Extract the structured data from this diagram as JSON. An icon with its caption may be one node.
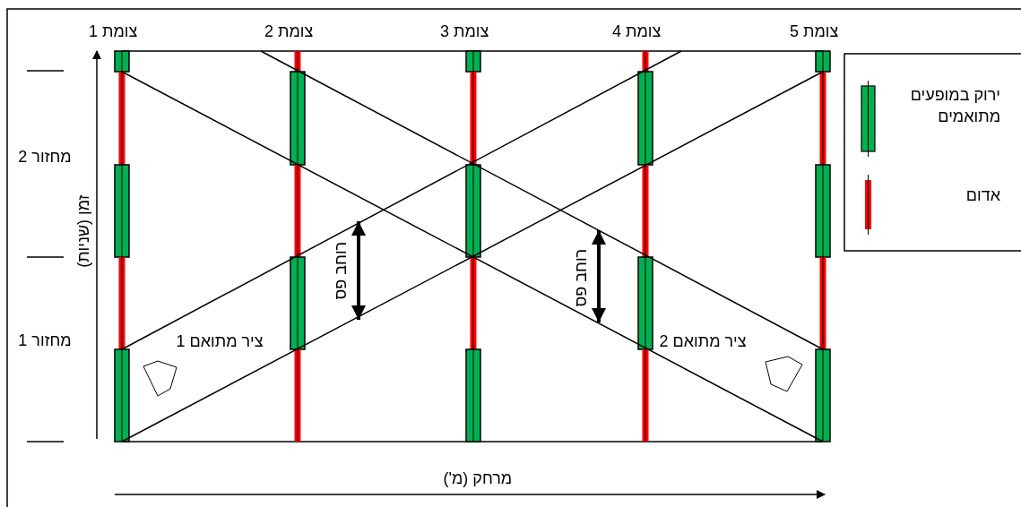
{
  "diagram": {
    "labels": [
      "צומת 1",
      "צומת 2",
      "צומת 3",
      "צומת 4",
      "צומת 5",
      "מחזור 2",
      "זמן (שניות)",
      "רוחב פס",
      "רוחב פס",
      "מחזור 1",
      "ציר מתואם 1",
      "ציר מתואם 2",
      "מרחק (מ')"
    ],
    "legend": [
      {
        "text": "ירוק במופעים מתואמים"
      },
      {
        "text": "אדום"
      }
    ]
  }
}
